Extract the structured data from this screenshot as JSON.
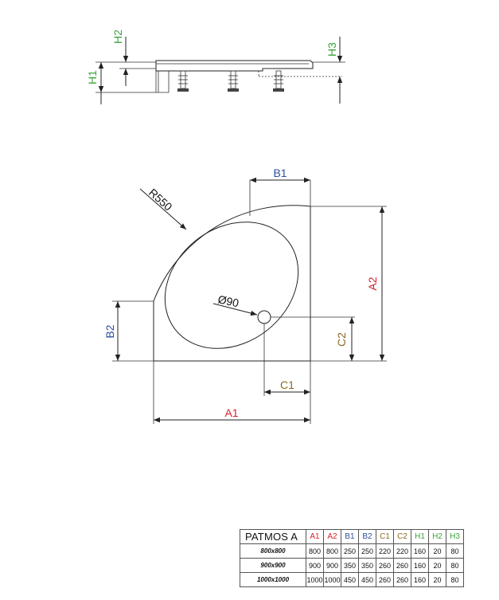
{
  "side_view": {
    "labels": {
      "h1": "H1",
      "h2": "H2",
      "h3": "H3"
    }
  },
  "top_view": {
    "labels": {
      "b1": "B1",
      "b2": "B2",
      "a1": "A1",
      "a2": "A2",
      "c1": "C1",
      "c2": "C2",
      "radius": "R550",
      "drain": "Ø90"
    }
  },
  "colors": {
    "A": "#d81e2c",
    "B": "#2b4fa0",
    "C": "#8a6a1f",
    "H": "#3aa53a",
    "line": "#222222"
  },
  "table": {
    "model": "PATMOS A",
    "columns": [
      {
        "key": "A1",
        "group": "A"
      },
      {
        "key": "A2",
        "group": "A"
      },
      {
        "key": "B1",
        "group": "B"
      },
      {
        "key": "B2",
        "group": "B"
      },
      {
        "key": "C1",
        "group": "C"
      },
      {
        "key": "C2",
        "group": "C"
      },
      {
        "key": "H1",
        "group": "H"
      },
      {
        "key": "H2",
        "group": "H"
      },
      {
        "key": "H3",
        "group": "H"
      }
    ],
    "rows": [
      {
        "label": "800x800",
        "values": [
          "800",
          "800",
          "250",
          "250",
          "220",
          "220",
          "160",
          "20",
          "80"
        ]
      },
      {
        "label": "900x900",
        "values": [
          "900",
          "900",
          "350",
          "350",
          "260",
          "260",
          "160",
          "20",
          "80"
        ]
      },
      {
        "label": "1000x1000",
        "values": [
          "1000",
          "1000",
          "450",
          "450",
          "260",
          "260",
          "160",
          "20",
          "80"
        ]
      }
    ]
  }
}
